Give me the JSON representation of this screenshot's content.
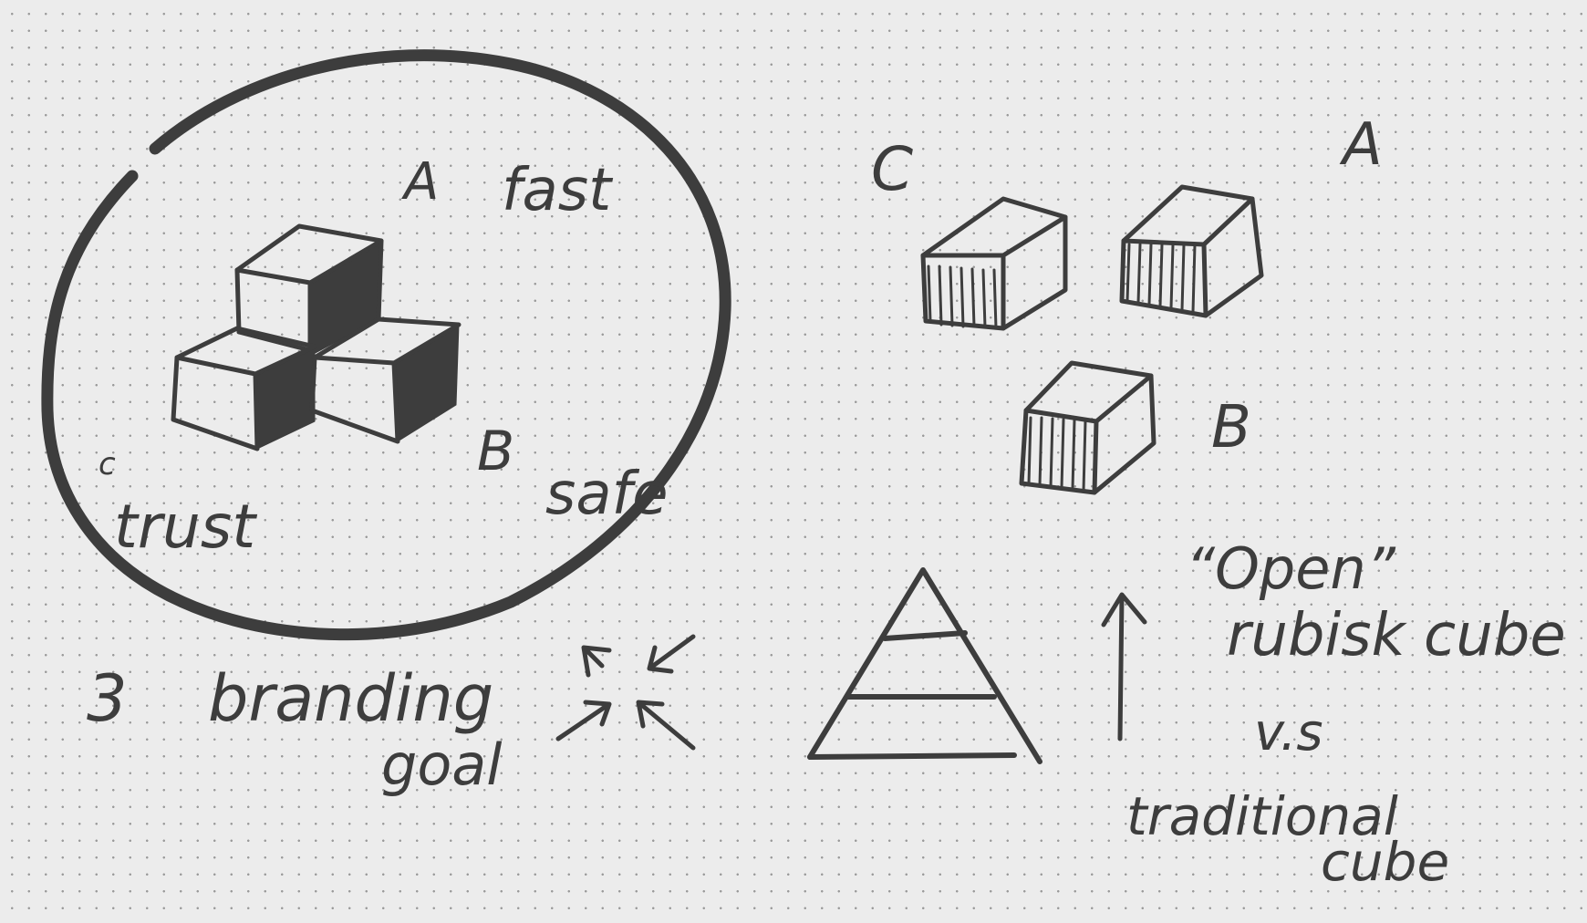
{
  "left_group": {
    "labels": {
      "a": "A",
      "b": "B",
      "c": "c",
      "fast": "fast",
      "safe": "safe",
      "trust": "trust"
    },
    "caption": {
      "number": "3",
      "line1": "branding",
      "line2": "goal"
    }
  },
  "right_group": {
    "labels": {
      "a": "A",
      "b": "B",
      "c": "C"
    },
    "note": {
      "line1": "“Open”",
      "line2": "rubisk cube",
      "line3": "v.s",
      "line4": "traditional",
      "line5": "cube"
    }
  },
  "colors": {
    "ink": "#3d3d3d",
    "paper": "#ececec",
    "grid_dot": "#9a9a9a"
  }
}
